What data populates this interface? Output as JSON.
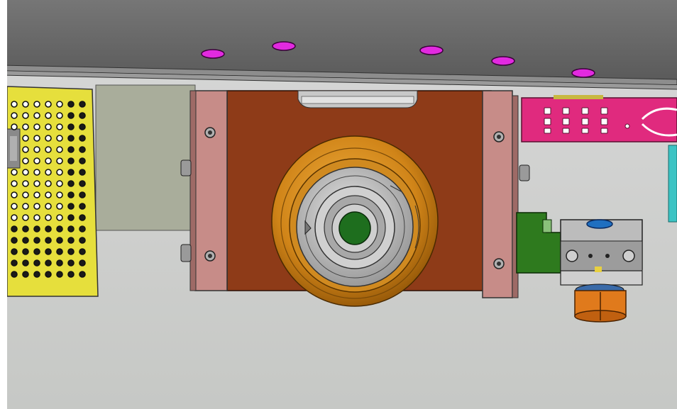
{
  "viewport": {
    "background_top": "#d4d4d4",
    "background_bottom": "#c9cbc8"
  },
  "colors": {
    "top_plate": "#6e6e6e",
    "top_plate_edge": "#4a4a4a",
    "mounting_holes": "#e020e0",
    "left_panel": "#e3dc3a",
    "perforation_holes": "#1a1a1a",
    "back_panel": "#a9ad9b",
    "bracket_body": "#8a3a1a",
    "side_plates": "#c48a86",
    "wheel_tire": "#d4891a",
    "wheel_hub": "#c0c0c0",
    "axle_center": "#1e6e1e",
    "right_bar": "#e0207a",
    "sensor_bracket": "#2e7a1e",
    "sensor_block": "#bcbcbc",
    "sensor_lens": "#1f6fc0",
    "orange_cap": "#e0781c",
    "teal_part": "#38c0c0"
  },
  "icons": [
    "top-mounting-plate",
    "perforated-side-panel",
    "wheel-bracket",
    "caster-wheel",
    "sensor-assembly",
    "magenta-bar"
  ]
}
